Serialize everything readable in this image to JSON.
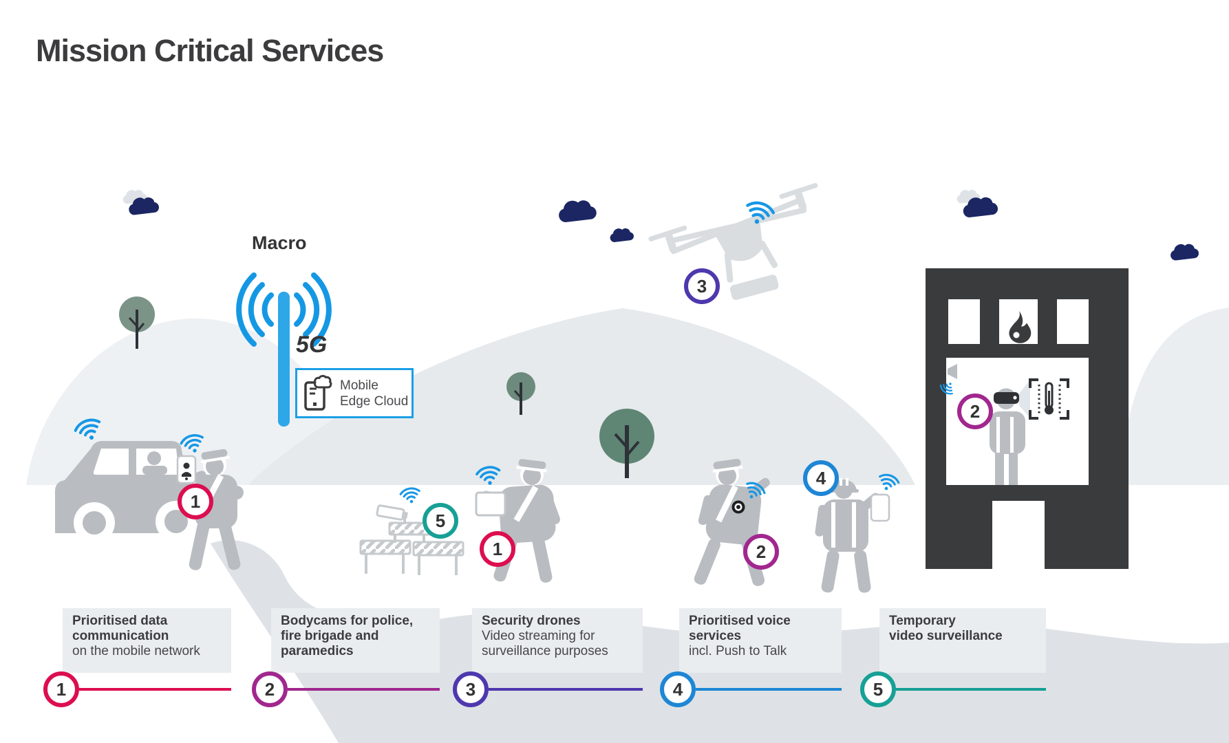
{
  "title": "Mission Critical Services",
  "tower": {
    "label": "Macro",
    "tech_label": "5G",
    "edge_box_lines": [
      "Mobile",
      "Edge Cloud"
    ],
    "mast_color": "#2ea7e9",
    "signal_color": "#1598e4",
    "box_border_color": "#1b9fe6"
  },
  "colors": {
    "wifi_blue": "#1697e6",
    "silhouette_gray": "#b9bdc1",
    "building_dark": "#3a3b3d",
    "cloud_navy": "#1b2663",
    "cloud_gray": "#dfe3e8",
    "hill_left": "#eef1f4",
    "hill_middle": "#e6eaed",
    "hill_right": "#eaeef1",
    "road": "#dee2e6",
    "legend_box_bg": "#eaedf0",
    "badge_number": "#323232"
  },
  "scene_badges": [
    {
      "num": "1",
      "color": "#dc0e50",
      "meaning": "prioritised data communication at police car"
    },
    {
      "num": "5",
      "color": "#17a095",
      "meaning": "temporary video surveillance camera"
    },
    {
      "num": "1",
      "color": "#dc0e50",
      "meaning": "officer with tablet"
    },
    {
      "num": "3",
      "color": "#4e38ae",
      "meaning": "security drone"
    },
    {
      "num": "2",
      "color": "#a1278e",
      "meaning": "officer with bodycam"
    },
    {
      "num": "4",
      "color": "#1e86d5",
      "meaning": "worker with push-to-talk phone"
    },
    {
      "num": "2",
      "color": "#a1278e",
      "meaning": "thermal scan helmet in building"
    }
  ],
  "legend": {
    "items": [
      {
        "num": "1",
        "color": "#dc0e50",
        "bold_lines": [
          "Prioritised data",
          "communication"
        ],
        "regular_lines": [
          "on the mobile network"
        ]
      },
      {
        "num": "2",
        "color": "#a1278e",
        "bold_lines": [
          "Bodycams for police,",
          "fire brigade and",
          "paramedics"
        ],
        "regular_lines": []
      },
      {
        "num": "3",
        "color": "#4e38ae",
        "bold_lines": [
          "Security drones"
        ],
        "regular_lines": [
          "Video streaming for",
          "surveillance purposes"
        ]
      },
      {
        "num": "4",
        "color": "#1e86d5",
        "bold_lines": [
          "Prioritised voice",
          "services"
        ],
        "regular_lines": [
          "incl. Push to Talk"
        ]
      },
      {
        "num": "5",
        "color": "#17a095",
        "bold_lines": [
          "Temporary",
          "video surveillance"
        ],
        "regular_lines": []
      }
    ]
  }
}
